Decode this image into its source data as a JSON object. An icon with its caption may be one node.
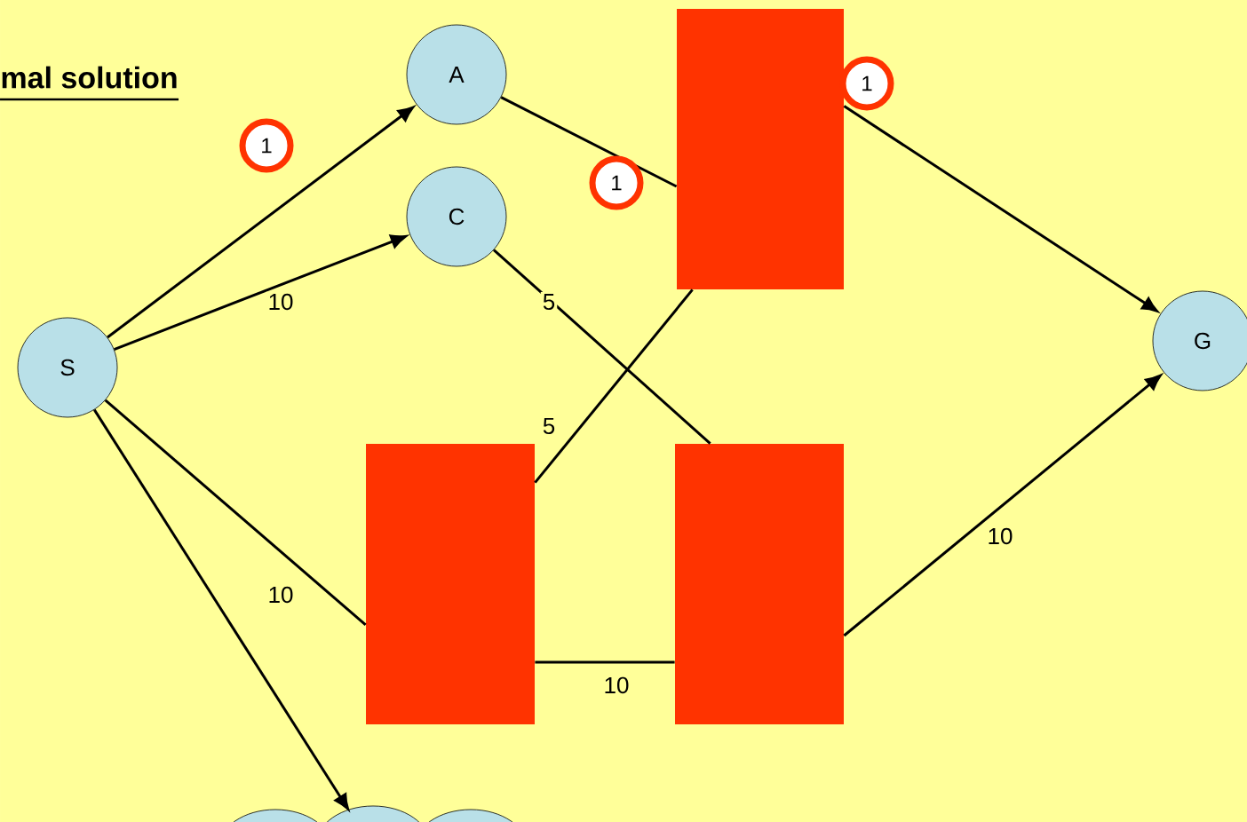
{
  "diagram": {
    "title": "mal solution",
    "nodes": [
      {
        "text": [
          "S"
        ]
      },
      {
        "text": [
          "A"
        ]
      },
      {
        "text": [
          "C"
        ]
      },
      {
        "text": [
          "G"
        ]
      },
      {
        "text": [],
        "shape": "box"
      },
      {
        "text": [],
        "shape": "box"
      },
      {
        "text": [],
        "shape": "box"
      },
      {
        "text": [],
        "shape": "cloud"
      }
    ],
    "edges": [
      {
        "from": 0,
        "to": 1,
        "arrow": "to",
        "label": "1"
      },
      {
        "from": 0,
        "to": 2,
        "arrow": "to",
        "label": "10"
      },
      {
        "from": 1,
        "to": 4,
        "arrow": "none",
        "label": "1"
      },
      {
        "from": 2,
        "to": 6,
        "arrow": "none",
        "label": "5"
      },
      {
        "from": 5,
        "to": 4,
        "arrow": "none",
        "label": "5"
      },
      {
        "from": 0,
        "to": 5,
        "arrow": "none",
        "label": "10"
      },
      {
        "from": 5,
        "to": 6,
        "arrow": "none",
        "label": "10"
      },
      {
        "from": 6,
        "to": 3,
        "arrow": "to",
        "label": "10"
      },
      {
        "from": 4,
        "to": 3,
        "arrow": "to",
        "label": "1"
      },
      {
        "from": 0,
        "to": 7,
        "arrow": "to"
      }
    ]
  }
}
